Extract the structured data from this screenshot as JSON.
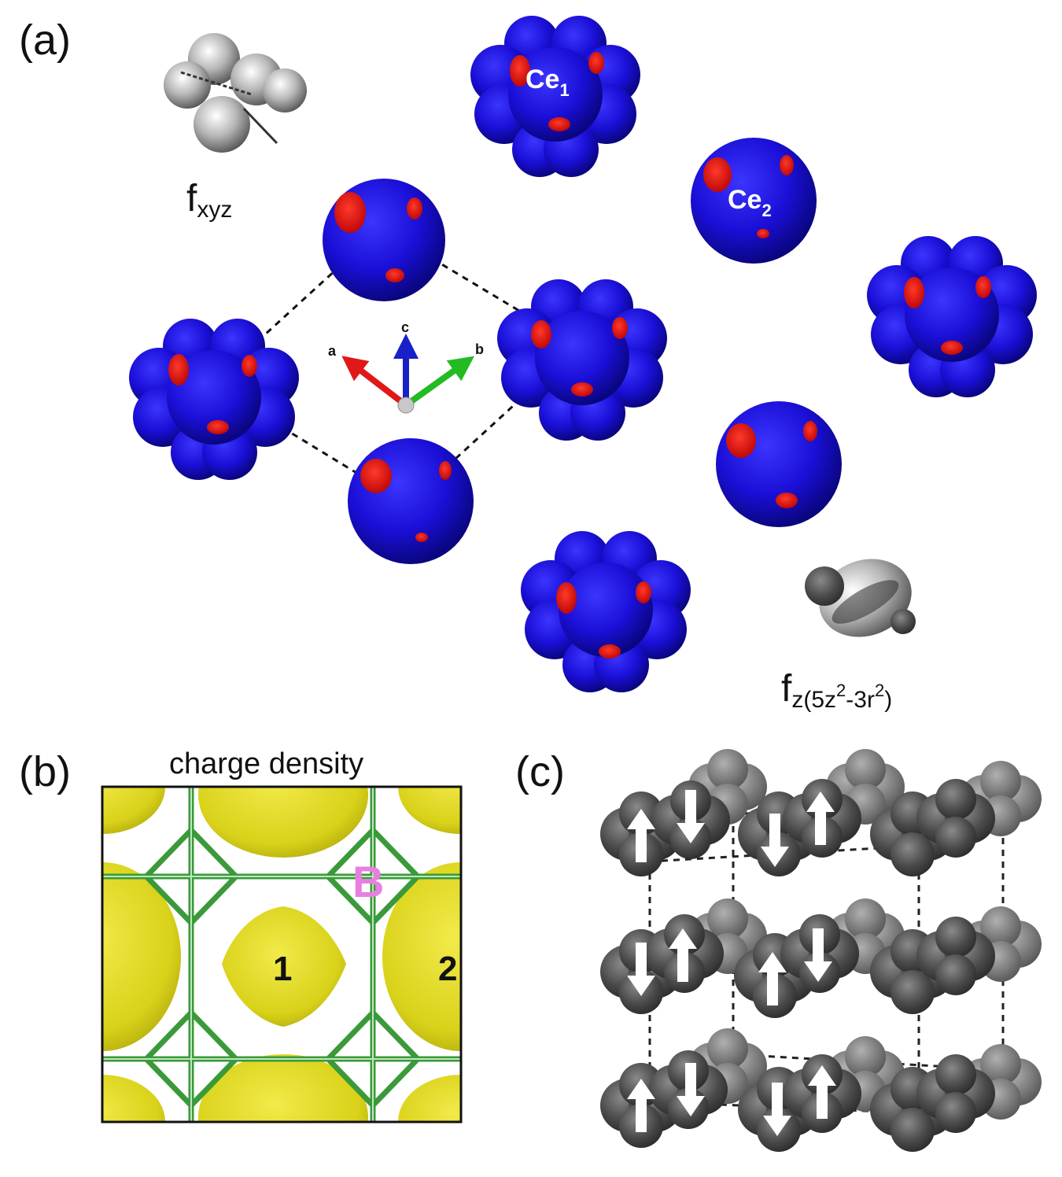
{
  "panels": {
    "a": {
      "label": "(a)"
    },
    "b": {
      "label": "(b)",
      "title": "charge density",
      "site_labels": [
        "1",
        "2"
      ],
      "boron_label": "B"
    },
    "c": {
      "label": "(c)"
    }
  },
  "orbital_labels": {
    "fxyz": {
      "base": "f",
      "sub": "xyz"
    },
    "fz": {
      "base": "f",
      "sub_pre": "z(5z",
      "sup1": "2",
      "mid": "-3r",
      "sup2": "2",
      "sub_post": ")"
    }
  },
  "atom_labels": {
    "ce1": {
      "base": "Ce",
      "sub": "1"
    },
    "ce2": {
      "base": "Ce",
      "sub": "2"
    }
  },
  "axes": {
    "a": "a",
    "b": "b",
    "c": "c"
  },
  "colors": {
    "isosurface_blue": "#1a0fd6",
    "lobe_red": "#e01010",
    "charge_yellow": "#d9d21a",
    "bond_green": "#3a9a3a",
    "boron_label": "#e87fe0",
    "moment_gray": "#4a4a4a"
  }
}
